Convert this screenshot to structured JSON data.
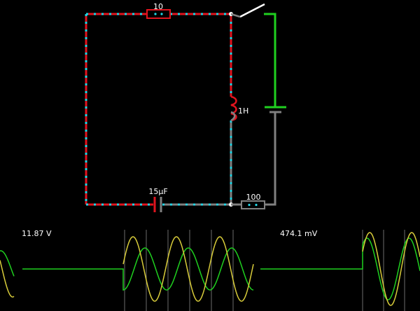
{
  "app": "Circuit simulator",
  "colors": {
    "background": "#000000",
    "wire_active": "#e0141e",
    "wire_low": "#808080",
    "wire_supply": "#1fd01f",
    "current_dots": "#22d6e6",
    "voltage_trace": "#1fd01f",
    "current_trace": "#d8cc3a",
    "scope_grid": "#6b6b6b",
    "label_text": "#ffffff"
  },
  "circuit": {
    "resistor_top_label": "10",
    "inductor_label": "1H",
    "capacitor_label": "15µF",
    "resistor_bottom_label": "100",
    "switch_state": "open"
  },
  "scopes": [
    {
      "reading": "11.87 V",
      "traces": [
        "voltage",
        "current"
      ]
    },
    {
      "reading": "474.1 mV",
      "traces": [
        "voltage",
        "current"
      ]
    }
  ]
}
